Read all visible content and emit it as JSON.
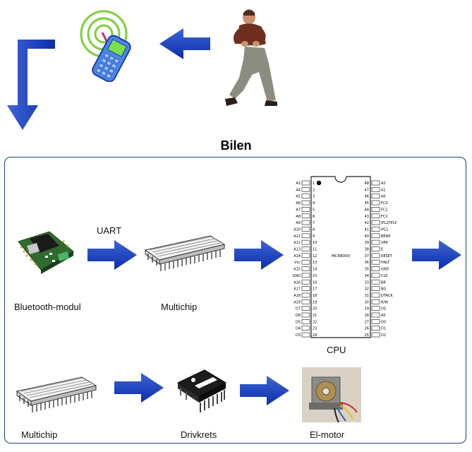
{
  "title": "Bilen",
  "labels": {
    "uart": "UART",
    "bluetooth": "Bluetooth-modul",
    "multichip_top": "Multichip",
    "cpu": "CPU",
    "multichip_bottom": "Multichip",
    "driver": "Drivkrets",
    "motor": "El-motor"
  },
  "cpu": {
    "chip_label": "MC68000",
    "left_pins": [
      {
        "n": "1",
        "name": "A3"
      },
      {
        "n": "2",
        "name": "A4"
      },
      {
        "n": "3",
        "name": "A5"
      },
      {
        "n": "4",
        "name": "A6"
      },
      {
        "n": "5",
        "name": "A7"
      },
      {
        "n": "6",
        "name": "A8"
      },
      {
        "n": "7",
        "name": "A9"
      },
      {
        "n": "8",
        "name": "A10"
      },
      {
        "n": "9",
        "name": "A11"
      },
      {
        "n": "10",
        "name": "A12"
      },
      {
        "n": "11",
        "name": "A13"
      },
      {
        "n": "12",
        "name": "A14"
      },
      {
        "n": "13",
        "name": "Vcc"
      },
      {
        "n": "14",
        "name": "A15"
      },
      {
        "n": "15",
        "name": "GND"
      },
      {
        "n": "16",
        "name": "A16"
      },
      {
        "n": "17",
        "name": "A17"
      },
      {
        "n": "18",
        "name": "A18"
      },
      {
        "n": "19",
        "name": "A19"
      },
      {
        "n": "20",
        "name": "D7"
      },
      {
        "n": "21",
        "name": "D6"
      },
      {
        "n": "22",
        "name": "D5"
      },
      {
        "n": "23",
        "name": "D4"
      },
      {
        "n": "24",
        "name": "D3"
      }
    ],
    "right_pins": [
      {
        "n": "48",
        "name": "A2"
      },
      {
        "n": "47",
        "name": "A1"
      },
      {
        "n": "46",
        "name": "A0"
      },
      {
        "n": "45",
        "name": "FC0"
      },
      {
        "n": "44",
        "name": "FC1"
      },
      {
        "n": "43",
        "name": "FC2"
      },
      {
        "n": "42",
        "name": "IPL2/IPL0"
      },
      {
        "n": "41",
        "name": "IPL1"
      },
      {
        "n": "40",
        "name": "BERR"
      },
      {
        "n": "39",
        "name": "VPA"
      },
      {
        "n": "38",
        "name": "E"
      },
      {
        "n": "37",
        "name": "RESET"
      },
      {
        "n": "36",
        "name": "HALT"
      },
      {
        "n": "35",
        "name": "GND"
      },
      {
        "n": "34",
        "name": "CLK"
      },
      {
        "n": "33",
        "name": "BR"
      },
      {
        "n": "32",
        "name": "BG"
      },
      {
        "n": "31",
        "name": "DTACK"
      },
      {
        "n": "30",
        "name": "R/W"
      },
      {
        "n": "29",
        "name": "DS"
      },
      {
        "n": "28",
        "name": "AS"
      },
      {
        "n": "27",
        "name": "D0"
      },
      {
        "n": "26",
        "name": "D1"
      },
      {
        "n": "25",
        "name": "D2"
      }
    ]
  },
  "colors": {
    "arrow": "#0a2ea8",
    "arrow_light": "#3f64d6",
    "border": "#1c3f73"
  }
}
